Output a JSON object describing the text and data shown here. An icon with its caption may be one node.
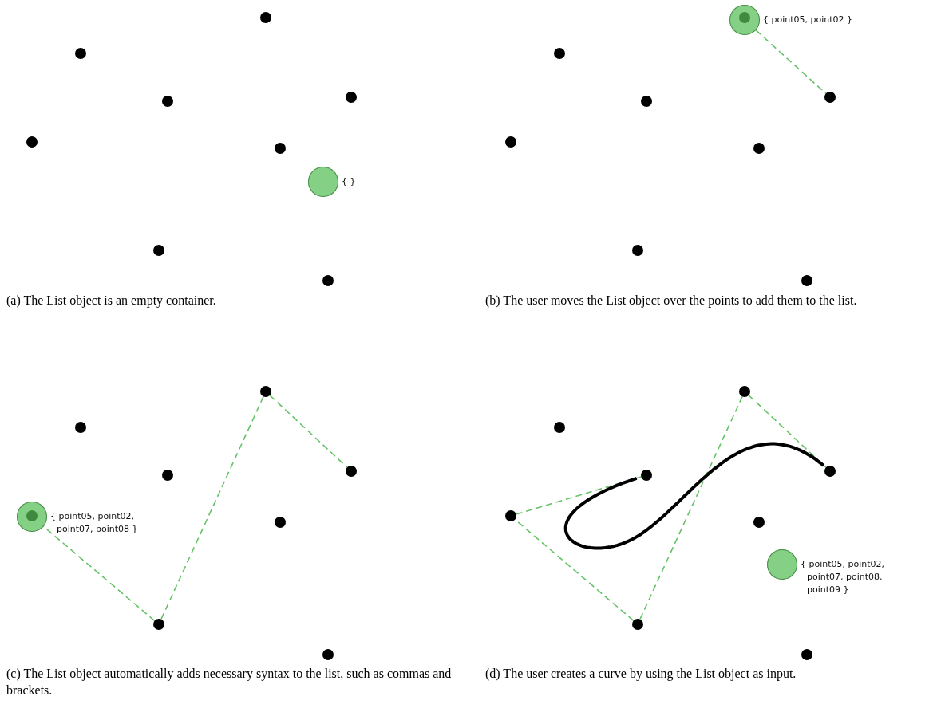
{
  "diagram": {
    "nodes": [
      {
        "text": [],
        "shape": "circle",
        "beside": [
          "{ }"
        ]
      },
      {
        "text": [],
        "shape": "circle"
      },
      {
        "text": [],
        "shape": "circle"
      },
      {
        "text": [],
        "shape": "circle"
      },
      {
        "text": [],
        "shape": "circle"
      },
      {
        "text": [],
        "shape": "circle"
      },
      {
        "text": [],
        "shape": "circle"
      },
      {
        "text": [],
        "shape": "circle"
      },
      {
        "text": [],
        "shape": "circle"
      },
      {
        "text": [],
        "shape": "circle",
        "beside": [
          "{ point05, point02 }"
        ]
      },
      {
        "text": [],
        "shape": "circle",
        "in": 9
      },
      {
        "text": [],
        "shape": "circle"
      },
      {
        "text": [],
        "shape": "circle"
      },
      {
        "text": [],
        "shape": "circle"
      },
      {
        "text": [],
        "shape": "circle"
      },
      {
        "text": [],
        "shape": "circle"
      },
      {
        "text": [],
        "shape": "circle"
      },
      {
        "text": [],
        "shape": "circle"
      },
      {
        "text": [],
        "shape": "circle",
        "beside": [
          "{ point05, point02, point07, point08 }"
        ]
      },
      {
        "text": [],
        "shape": "circle"
      },
      {
        "text": [],
        "shape": "circle"
      },
      {
        "text": [],
        "shape": "circle"
      },
      {
        "text": [],
        "shape": "circle"
      },
      {
        "text": [],
        "shape": "circle",
        "in": 18
      },
      {
        "text": [],
        "shape": "circle"
      },
      {
        "text": [],
        "shape": "circle"
      },
      {
        "text": [],
        "shape": "circle"
      },
      {
        "text": [],
        "shape": "circle",
        "beside": [
          "{ point05, point02, point07, point08, point09 }"
        ]
      },
      {
        "text": [],
        "shape": "circle"
      },
      {
        "text": [],
        "shape": "circle"
      },
      {
        "text": [],
        "shape": "circle"
      },
      {
        "text": [],
        "shape": "circle"
      },
      {
        "text": [],
        "shape": "circle"
      },
      {
        "text": [],
        "shape": "circle"
      },
      {
        "text": [],
        "shape": "circle"
      },
      {
        "text": [],
        "shape": "circle"
      }
    ],
    "edges": [
      {
        "from": 9,
        "to": 12,
        "arrow": "none",
        "style": "dashed"
      },
      {
        "from": 19,
        "to": 21,
        "arrow": "none",
        "style": "dashed"
      },
      {
        "from": 19,
        "to": 25,
        "arrow": "none",
        "style": "dashed"
      },
      {
        "from": 25,
        "to": 18,
        "arrow": "none",
        "style": "dashed"
      },
      {
        "from": 28,
        "to": 30,
        "arrow": "none",
        "style": "dashed"
      },
      {
        "from": 28,
        "to": 34,
        "arrow": "none",
        "style": "dashed"
      },
      {
        "from": 34,
        "to": 32,
        "arrow": "none",
        "style": "dashed"
      },
      {
        "from": 32,
        "to": 31,
        "arrow": "none",
        "style": "dashed"
      },
      {
        "from": 30,
        "to": 31,
        "arrow": "none",
        "style": "thick",
        "color": "#000000"
      }
    ],
    "labels": [
      "(a) The List object is an empty container.",
      "(b) The user moves the List object over the points to add them to the list.",
      "(c) The List object automatically adds necessary syntax to the list, such as commas and brackets.",
      "(d) The user creates a curve by using the List object as input."
    ]
  }
}
